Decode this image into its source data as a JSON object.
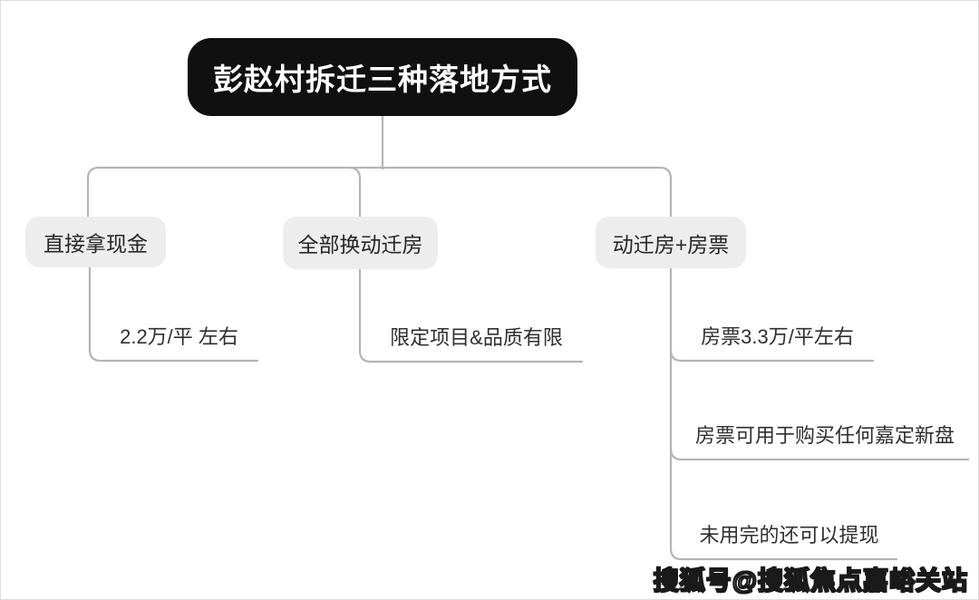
{
  "root": {
    "label": "彭赵村拆迁三种落地方式"
  },
  "branches": [
    {
      "label": "直接拿现金",
      "children": [
        "2.2万/平 左右"
      ]
    },
    {
      "label": "全部换动迁房",
      "children": [
        "限定项目&品质有限"
      ]
    },
    {
      "label": "动迁房+房票",
      "children": [
        "房票3.3万/平左右",
        "房票可用于购买任何嘉定新盘",
        "未用完的还可以提现"
      ]
    }
  ],
  "watermark": {
    "text": "搜狐号@搜狐焦点嘉峪关站"
  },
  "colors": {
    "root_bg": "#101010",
    "root_text": "#ffffff",
    "branch_bg": "#ededed",
    "branch_text": "#262626",
    "leaf_text": "#2f2f2f",
    "connector_line": "#b5b5b5",
    "background": "#ffffff"
  }
}
